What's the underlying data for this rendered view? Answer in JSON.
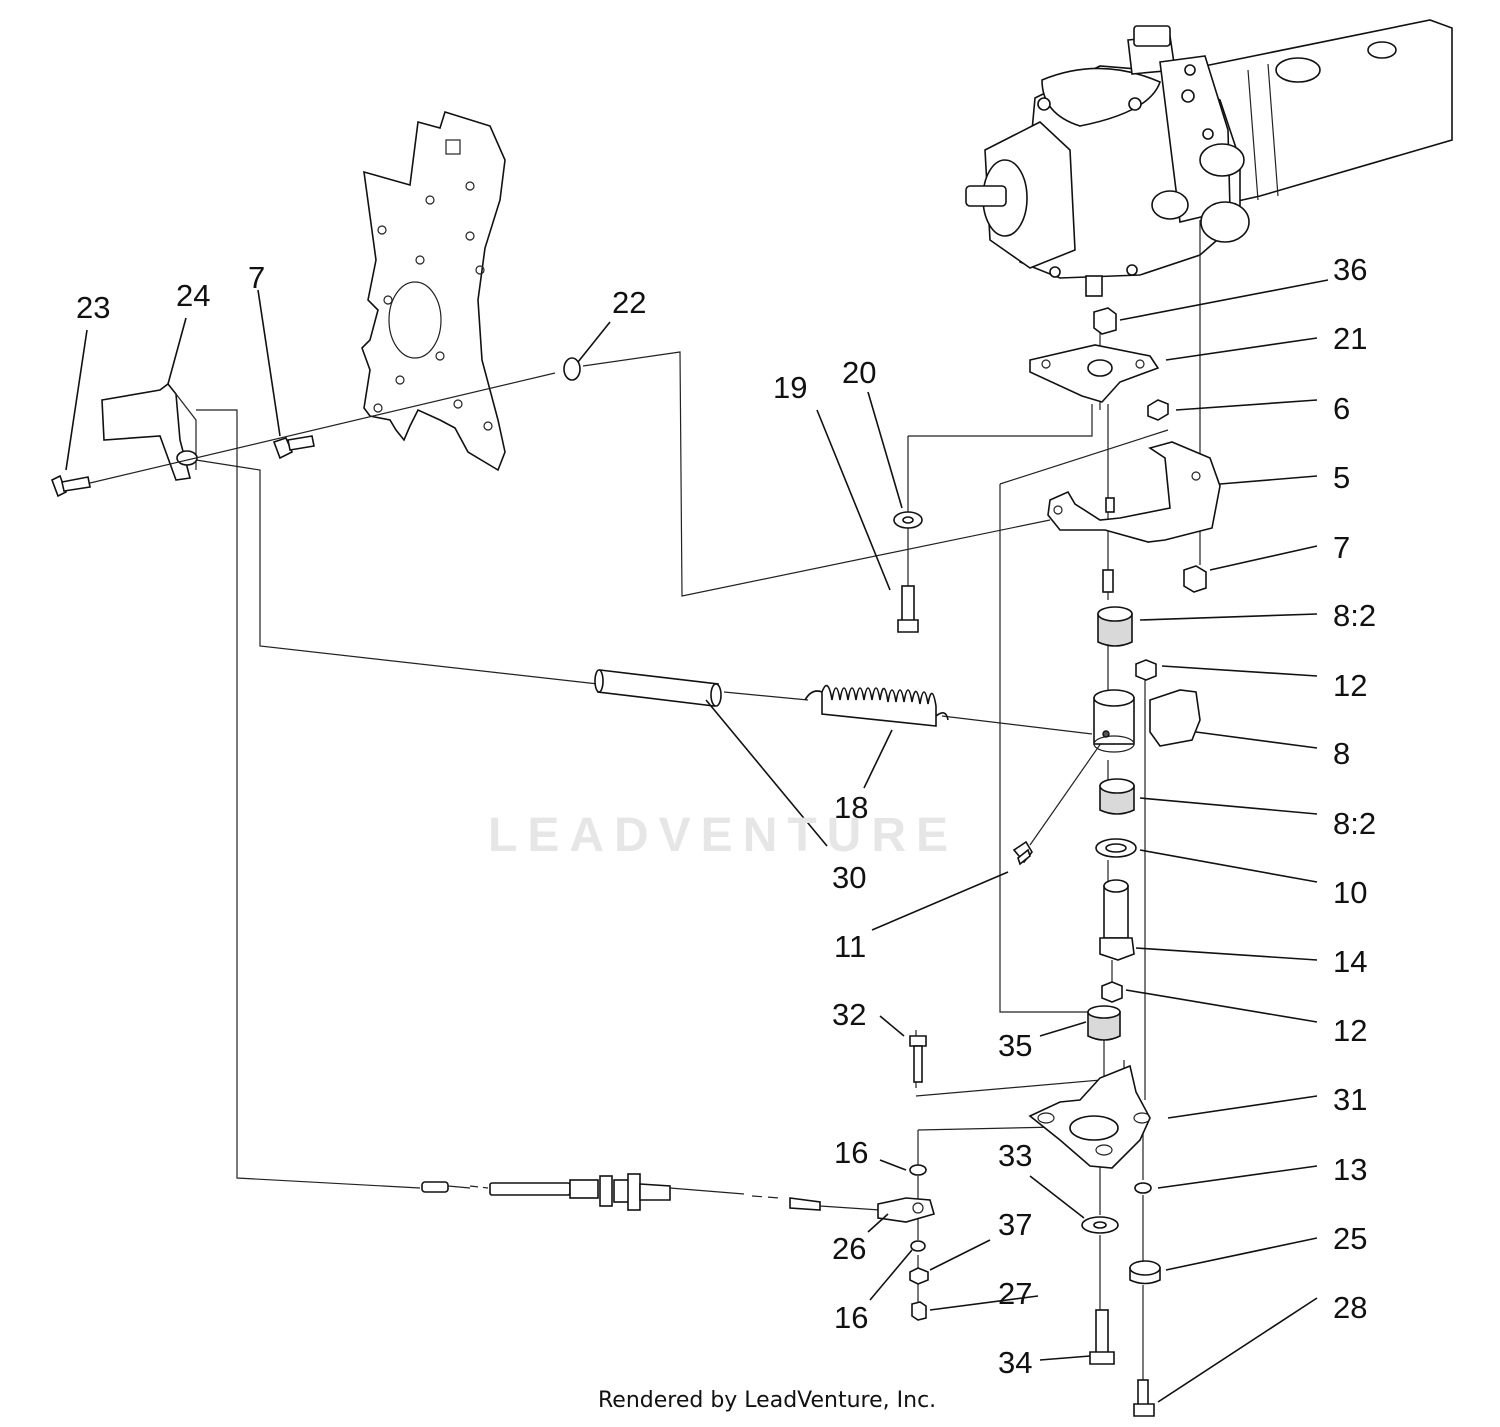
{
  "diagram": {
    "callouts": [
      {
        "id": "c23",
        "text": "23"
      },
      {
        "id": "c24",
        "text": "24"
      },
      {
        "id": "c7a",
        "text": "7"
      },
      {
        "id": "c22",
        "text": "22"
      },
      {
        "id": "c19",
        "text": "19"
      },
      {
        "id": "c20",
        "text": "20"
      },
      {
        "id": "c36",
        "text": "36"
      },
      {
        "id": "c21",
        "text": "21"
      },
      {
        "id": "c6",
        "text": "6"
      },
      {
        "id": "c5",
        "text": "5"
      },
      {
        "id": "c7b",
        "text": "7"
      },
      {
        "id": "c8_2a",
        "text": "8:2"
      },
      {
        "id": "c12a",
        "text": "12"
      },
      {
        "id": "c8",
        "text": "8"
      },
      {
        "id": "c8_2b",
        "text": "8:2"
      },
      {
        "id": "c10",
        "text": "10"
      },
      {
        "id": "c14",
        "text": "14"
      },
      {
        "id": "c12b",
        "text": "12"
      },
      {
        "id": "c31",
        "text": "31"
      },
      {
        "id": "c13",
        "text": "13"
      },
      {
        "id": "c25",
        "text": "25"
      },
      {
        "id": "c28",
        "text": "28"
      },
      {
        "id": "c18",
        "text": "18"
      },
      {
        "id": "c30",
        "text": "30"
      },
      {
        "id": "c11",
        "text": "11"
      },
      {
        "id": "c32",
        "text": "32"
      },
      {
        "id": "c35",
        "text": "35"
      },
      {
        "id": "c16a",
        "text": "16"
      },
      {
        "id": "c33",
        "text": "33"
      },
      {
        "id": "c37",
        "text": "37"
      },
      {
        "id": "c26",
        "text": "26"
      },
      {
        "id": "c16b",
        "text": "16"
      },
      {
        "id": "c27",
        "text": "27"
      },
      {
        "id": "c34",
        "text": "34"
      }
    ],
    "credit": "Rendered by LeadVenture, Inc.",
    "watermark": "LEADVENTURE"
  }
}
